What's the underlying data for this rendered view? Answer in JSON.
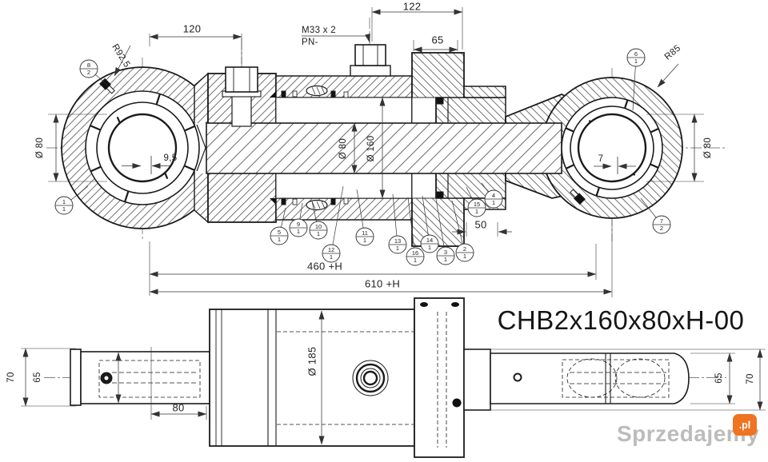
{
  "title": {
    "model": "CHB2x160x80xH-00"
  },
  "watermark": {
    "name": "Sprzedajemy",
    "tld": ".pl",
    "badge_color": "#ee7421",
    "text_color": "#bcbcbc"
  },
  "colors": {
    "line": "#1b1b1b",
    "dimension": "#333333",
    "background": "#ffffff"
  },
  "top_view": {
    "dimensions": {
      "eye_to_port": "120",
      "port_thread": "M33 x 2",
      "port_note": "PN-",
      "port_to_flange": "122",
      "flange_width": "65",
      "rod_eye_radius": "R92,5",
      "cap_eye_radius": "R85",
      "left_eye_bore": "Ø 80",
      "rod_diameter": "Ø 80",
      "bore_diameter": "Ø 160",
      "right_eye_bore": "Ø 80",
      "left_eye_offset": "9,5",
      "right_eye_offset": "7",
      "cap_length": "50",
      "length_pins_retracted": "460 +H",
      "length_overall": "610 +H"
    },
    "balloons": [
      {
        "item": "8",
        "qty": "2"
      },
      {
        "item": "6",
        "qty": "1"
      },
      {
        "item": "1",
        "qty": "1"
      },
      {
        "item": "7",
        "qty": "2"
      },
      {
        "item": "5",
        "qty": "1"
      },
      {
        "item": "9",
        "qty": "1"
      },
      {
        "item": "10",
        "qty": "1"
      },
      {
        "item": "12",
        "qty": "1"
      },
      {
        "item": "11",
        "qty": "1"
      },
      {
        "item": "13",
        "qty": "1"
      },
      {
        "item": "16",
        "qty": "1"
      },
      {
        "item": "14",
        "qty": "1"
      },
      {
        "item": "3",
        "qty": "1"
      },
      {
        "item": "2",
        "qty": "1"
      },
      {
        "item": "15",
        "qty": "1"
      },
      {
        "item": "4",
        "qty": "1"
      }
    ]
  },
  "bottom_view": {
    "dimensions": {
      "left_collar_diameter": "70",
      "left_rod_diameter": "65",
      "rod_thread_length": "80",
      "body_diameter": "Ø 185",
      "right_rod_diameter": "65",
      "right_collar_diameter": "70"
    }
  }
}
